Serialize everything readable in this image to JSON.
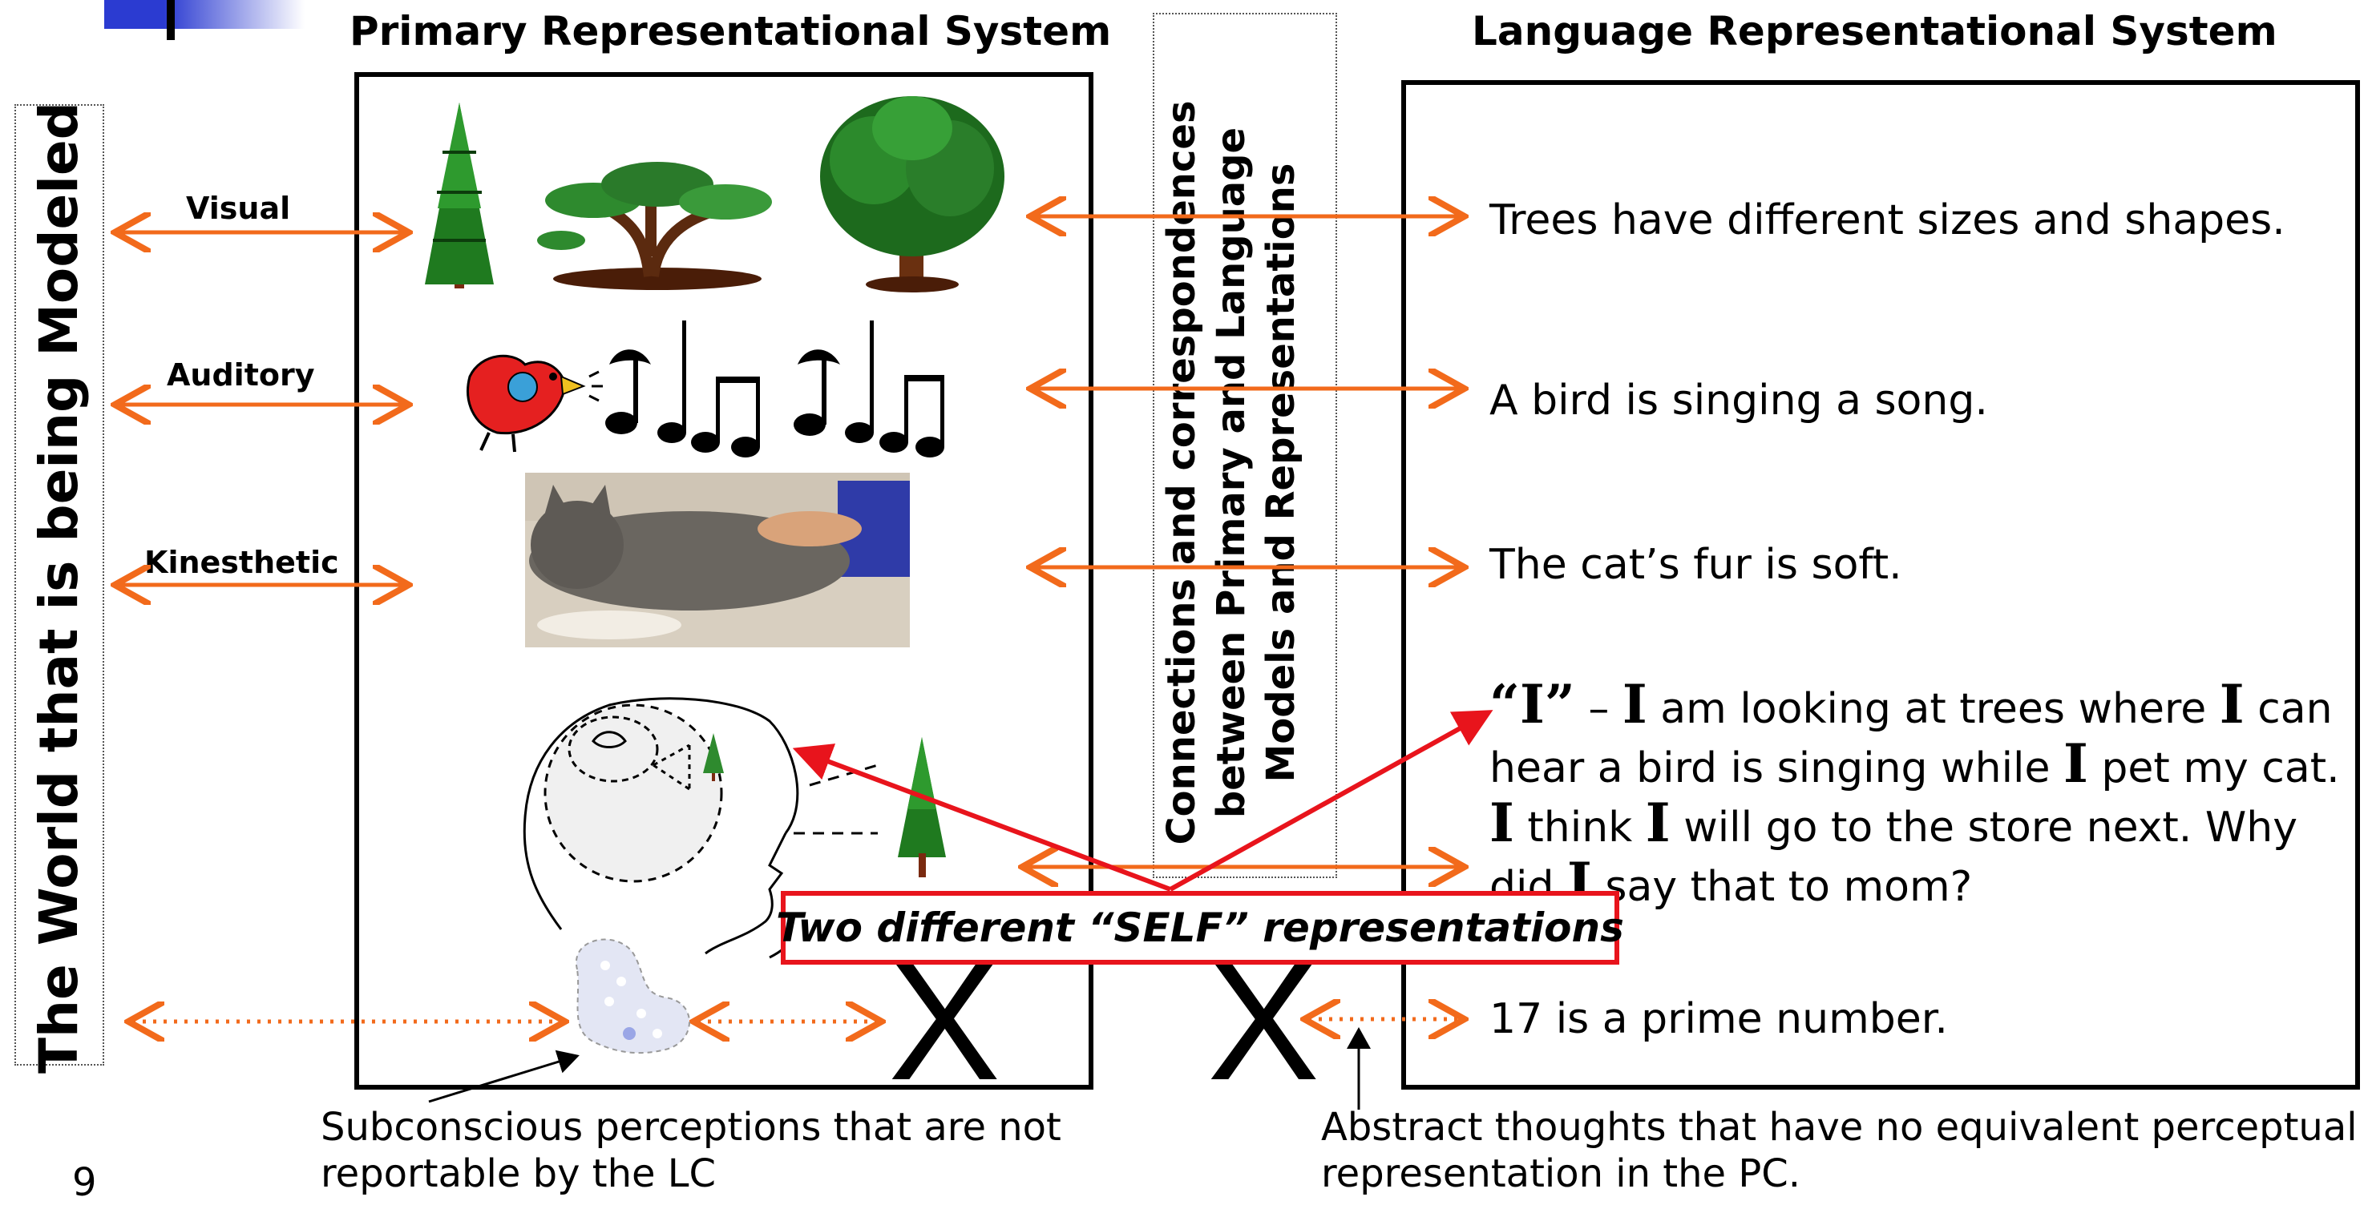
{
  "headers": {
    "primary": "Primary Representational System",
    "language": "Language Representational System"
  },
  "side_label": "The World that is being Modeled",
  "center_label": {
    "line1": "Connections and correspondences",
    "line2": "between Primary and Language",
    "line3": "Models and Representations"
  },
  "senses": {
    "visual": "Visual",
    "auditory": "Auditory",
    "kinesthetic": "Kinesthetic"
  },
  "statements": {
    "trees": "Trees have different sizes and shapes.",
    "bird": "A bird is singing a song.",
    "cat": "The cat’s fur is soft.",
    "prime": "17 is a prime number."
  },
  "self_paragraph": {
    "quote_I": "“I”",
    "dash": " – ",
    "I": "I",
    "p1": " am looking at trees where ",
    "p2": " can",
    "p3": "hear a bird is singing while ",
    "p4": " pet my cat.",
    "p5": " think ",
    "p6": " will go to the store next.  Why",
    "p7": "did ",
    "p8": " say that to mom?"
  },
  "self_box": "Two different “SELF” representations",
  "x_mark": "X",
  "captions": {
    "subconscious_1": "Subconscious perceptions that are not",
    "subconscious_2": "reportable by the LC",
    "abstract_1": "Abstract thoughts that have no equivalent perceptual",
    "abstract_2": "representation in the PC."
  },
  "page_number": "9",
  "colors": {
    "arrow": "#f26a1b",
    "self_red": "#e8141c",
    "logo_blue": "#2b3bd1"
  }
}
